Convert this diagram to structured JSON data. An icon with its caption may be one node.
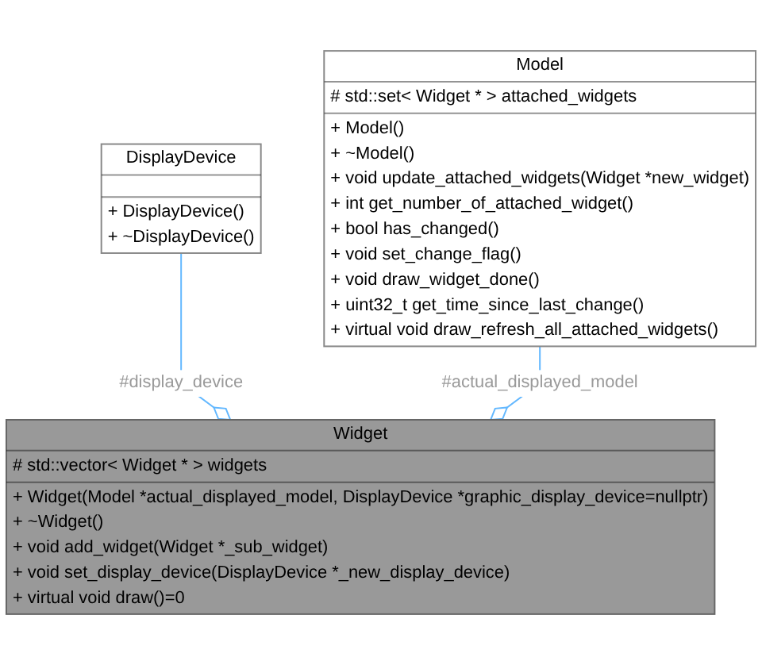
{
  "diagram": {
    "nodes": [
      {
        "text": [
          "DisplayDevice",
          "+ DisplayDevice()",
          "+ ~DisplayDevice()"
        ]
      },
      {
        "text": [
          "Model",
          "# std::set< Widget * > attached_widgets",
          "+ Model()",
          "+ ~Model()",
          "+ void update_attached_widgets(Widget *new_widget)",
          "+ int get_number_of_attached_widget()",
          "+ bool has_changed()",
          "+ void set_change_flag()",
          "+ void draw_widget_done()",
          "+ uint32_t get_time_since_last_change()",
          "+ virtual void draw_refresh_all_attached_widgets()"
        ]
      },
      {
        "text": [
          "Widget",
          "# std::vector< Widget * > widgets",
          "+ Widget(Model *actual_displayed_model, DisplayDevice *graphic_display_device=nullptr)",
          "+ ~Widget()",
          "+ void add_widget(Widget *_sub_widget)",
          "+ void set_display_device(DisplayDevice *_new_display_device)",
          "+ virtual void draw()=0"
        ]
      }
    ],
    "edges": [
      {
        "from": 0,
        "to": 2,
        "arrow": "other",
        "label": "#display_device"
      },
      {
        "from": 1,
        "to": 2,
        "arrow": "other",
        "label": "#actual_displayed_model"
      }
    ]
  }
}
